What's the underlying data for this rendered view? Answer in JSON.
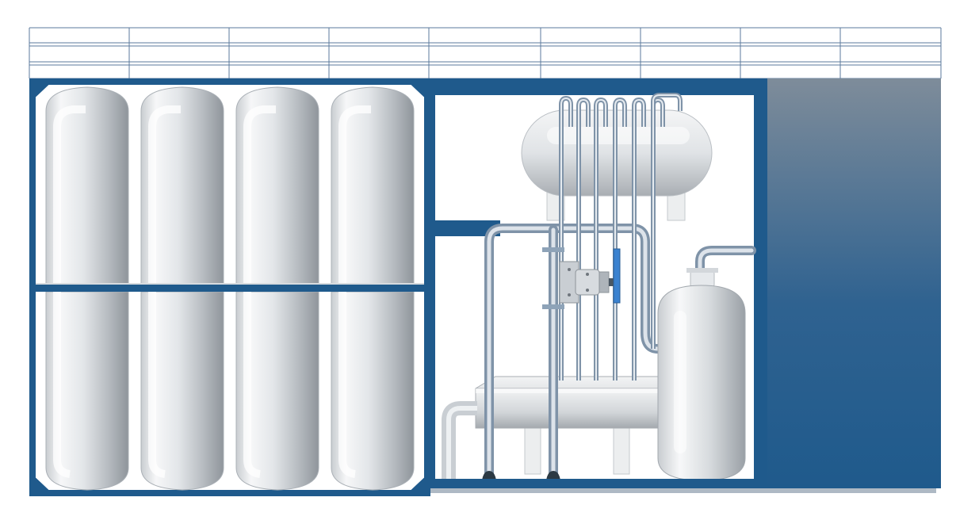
{
  "scene": {
    "colors": {
      "frame_blue": "#1f5a8c",
      "panel_gradient_top": "#7e8c9a",
      "panel_gradient_bottom": "#1f5a8c",
      "grid_line": "#5b7a9c",
      "steel_light": "#eef0f2",
      "steel_mid": "#c7cbcf",
      "steel_dark": "#8e9499",
      "pipe_light": "#dde3ea",
      "pipe_dark": "#7f93a8",
      "sight_glass": "#3b82d0",
      "foot_dark": "#2c3a44"
    },
    "grid": {
      "rows": 4,
      "columns": 9
    },
    "components": [
      "gas-cylinder-rack",
      "horizontal-receiver-tank",
      "vertical-separator-tank",
      "compressor-skid",
      "gate-valve",
      "sight-glass",
      "piping"
    ]
  }
}
